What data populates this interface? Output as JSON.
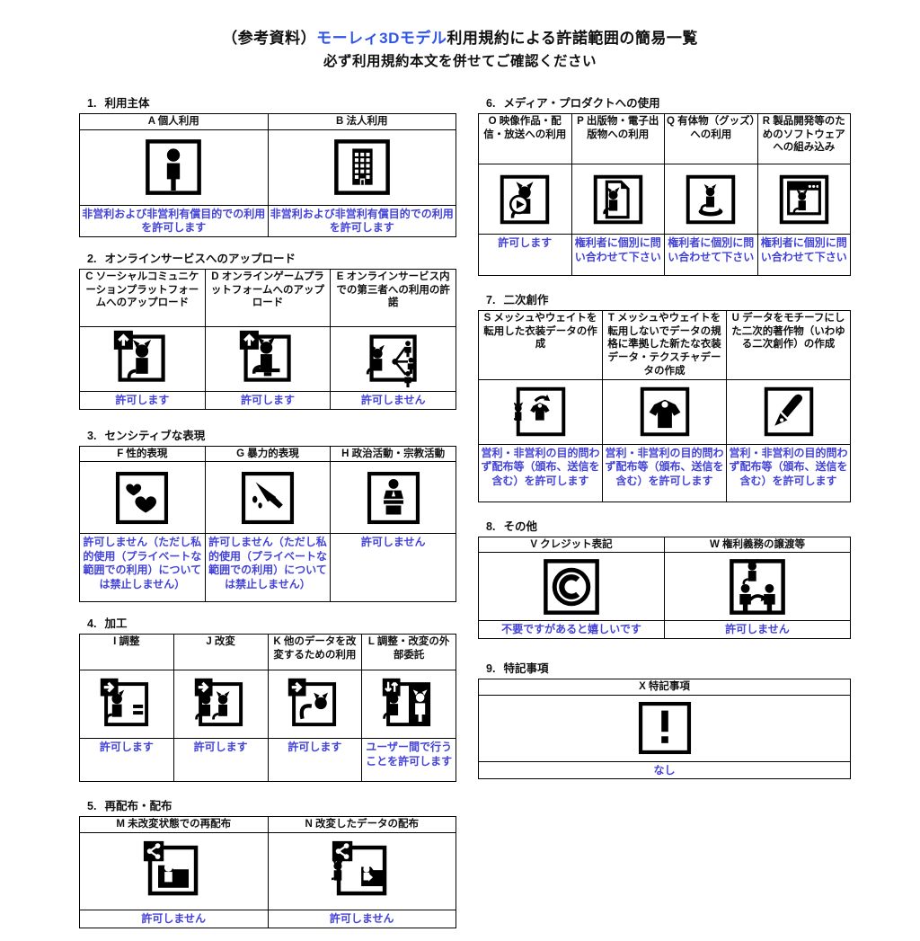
{
  "title": {
    "prefix": "（参考資料）",
    "brand": "モーレィ3Dモデル",
    "suffix": "利用規約による許諾範囲の簡易一覧",
    "line2": "必ず利用規約本文を併せてご確認ください"
  },
  "colors": {
    "brand_blue": "#2e55e8",
    "status_blue": "#4343d8",
    "border_black": "#000000",
    "background": "#ffffff"
  },
  "sections": [
    {
      "number": "1.",
      "title": "利用主体",
      "column": "left",
      "cells": [
        {
          "letter": "A",
          "header": "A 個人利用",
          "icon": "person-icon",
          "status": "非営利および非営利有償目的での利用を許可します"
        },
        {
          "letter": "B",
          "header": "B 法人利用",
          "icon": "building-icon",
          "status": "非営利および非営利有償目的での利用を許可します"
        }
      ]
    },
    {
      "number": "2.",
      "title": "オンラインサービスへのアップロード",
      "column": "left",
      "cells": [
        {
          "letter": "C",
          "header": "C ソーシャルコミュニケーションプラットフォームへのアップロード",
          "icon": "upload-cat-icon",
          "status": "許可します"
        },
        {
          "letter": "D",
          "header": "D オンラインゲームプラットフォームへのアップロード",
          "icon": "upload-cat-computer-icon",
          "status": "許可します"
        },
        {
          "letter": "E",
          "header": "E オンラインサービス内での第三者への利用の許諾",
          "icon": "upload-share-users-icon",
          "status": "許可しません"
        }
      ]
    },
    {
      "number": "3.",
      "title": "センシティブな表現",
      "column": "left",
      "cells": [
        {
          "letter": "F",
          "header": "F 性的表現",
          "icon": "hearts-icon",
          "status": "許可しません（ただし私的使用（プライベートな範囲での利用）については禁止しません）"
        },
        {
          "letter": "G",
          "header": "G 暴力的表現",
          "icon": "knife-icon",
          "status": "許可しません（ただし私的使用（プライベートな範囲での利用）については禁止しません）"
        },
        {
          "letter": "H",
          "header": "H 政治活動・宗教活動",
          "icon": "podium-speaker-icon",
          "status": "許可しません"
        }
      ]
    },
    {
      "number": "4.",
      "title": "加工",
      "column": "left",
      "cells": [
        {
          "letter": "I",
          "header": "I 調整",
          "icon": "adjust-cat-icon",
          "status": "許可します"
        },
        {
          "letter": "J",
          "header": "J 改変",
          "icon": "modify-cats-icon",
          "status": "許可します"
        },
        {
          "letter": "K",
          "header": "K 他のデータを改変するための利用",
          "icon": "convert-cat-icon",
          "status": "許可します"
        },
        {
          "letter": "L",
          "header": "L 調整・改変の外部委託",
          "icon": "outsource-icon",
          "status": "ユーザー間で行うことを許可します"
        }
      ]
    },
    {
      "number": "5.",
      "title": "再配布・配布",
      "column": "left",
      "cells": [
        {
          "letter": "M",
          "header": "M 未改変状態での再配布",
          "icon": "share-folder-icon",
          "status": "許可しません"
        },
        {
          "letter": "N",
          "header": "N 改変したデータの配布",
          "icon": "share-modified-folder-icon",
          "status": "許可しません"
        }
      ]
    },
    {
      "number": "6.",
      "title": "メディア・プロダクトへの使用",
      "column": "right",
      "cells": [
        {
          "letter": "O",
          "header": "O 映像作品・配信・放送への利用",
          "icon": "video-cat-icon",
          "status": "許可します"
        },
        {
          "letter": "P",
          "header": "P 出版物・電子出版物への利用",
          "icon": "document-cat-icon",
          "status": "権利者に個別に問い合わせて下さい"
        },
        {
          "letter": "Q",
          "header": "Q 有体物（グッズ）への利用",
          "icon": "figurine-cat-icon",
          "status": "権利者に個別に問い合わせて下さい"
        },
        {
          "letter": "R",
          "header": "R 製品開発等のためのソフトウェアへの組み込み",
          "icon": "software-window-cat-icon",
          "status": "権利者に個別に問い合わせて下さい"
        }
      ]
    },
    {
      "number": "7.",
      "title": "二次創作",
      "column": "right",
      "cells": [
        {
          "letter": "S",
          "header": "S メッシュやウェイトを転用した衣装データの作成",
          "icon": "cat-to-clothing-icon",
          "status": "営利・非営利の目的問わず配布等（頒布、送信を含む）を許可します"
        },
        {
          "letter": "T",
          "header": "T メッシュやウェイトを転用しないでデータの規格に準拠した新たな衣装データ・テクスチャデータの作成",
          "icon": "clothing-icon",
          "status": "営利・非営利の目的問わず配布等（頒布、送信を含む）を許可します"
        },
        {
          "letter": "U",
          "header": "U データをモチーフにした二次的著作物（いわゆる二次創作）の作成",
          "icon": "pen-icon",
          "status": "営利・非営利の目的問わず配布等（頒布、送信を含む）を許可します"
        }
      ]
    },
    {
      "number": "8.",
      "title": "その他",
      "column": "right",
      "cells": [
        {
          "letter": "V",
          "header": "V クレジット表記",
          "icon": "copyright-icon",
          "status": "不要ですがあると嬉しいです"
        },
        {
          "letter": "W",
          "header": "W 権利義務の譲渡等",
          "icon": "transfer-people-icon",
          "status": "許可しません"
        }
      ]
    },
    {
      "number": "9.",
      "title": "特記事項",
      "column": "right",
      "cells": [
        {
          "letter": "X",
          "header": "X 特記事項",
          "icon": "exclamation-icon",
          "status": "なし"
        }
      ]
    }
  ]
}
